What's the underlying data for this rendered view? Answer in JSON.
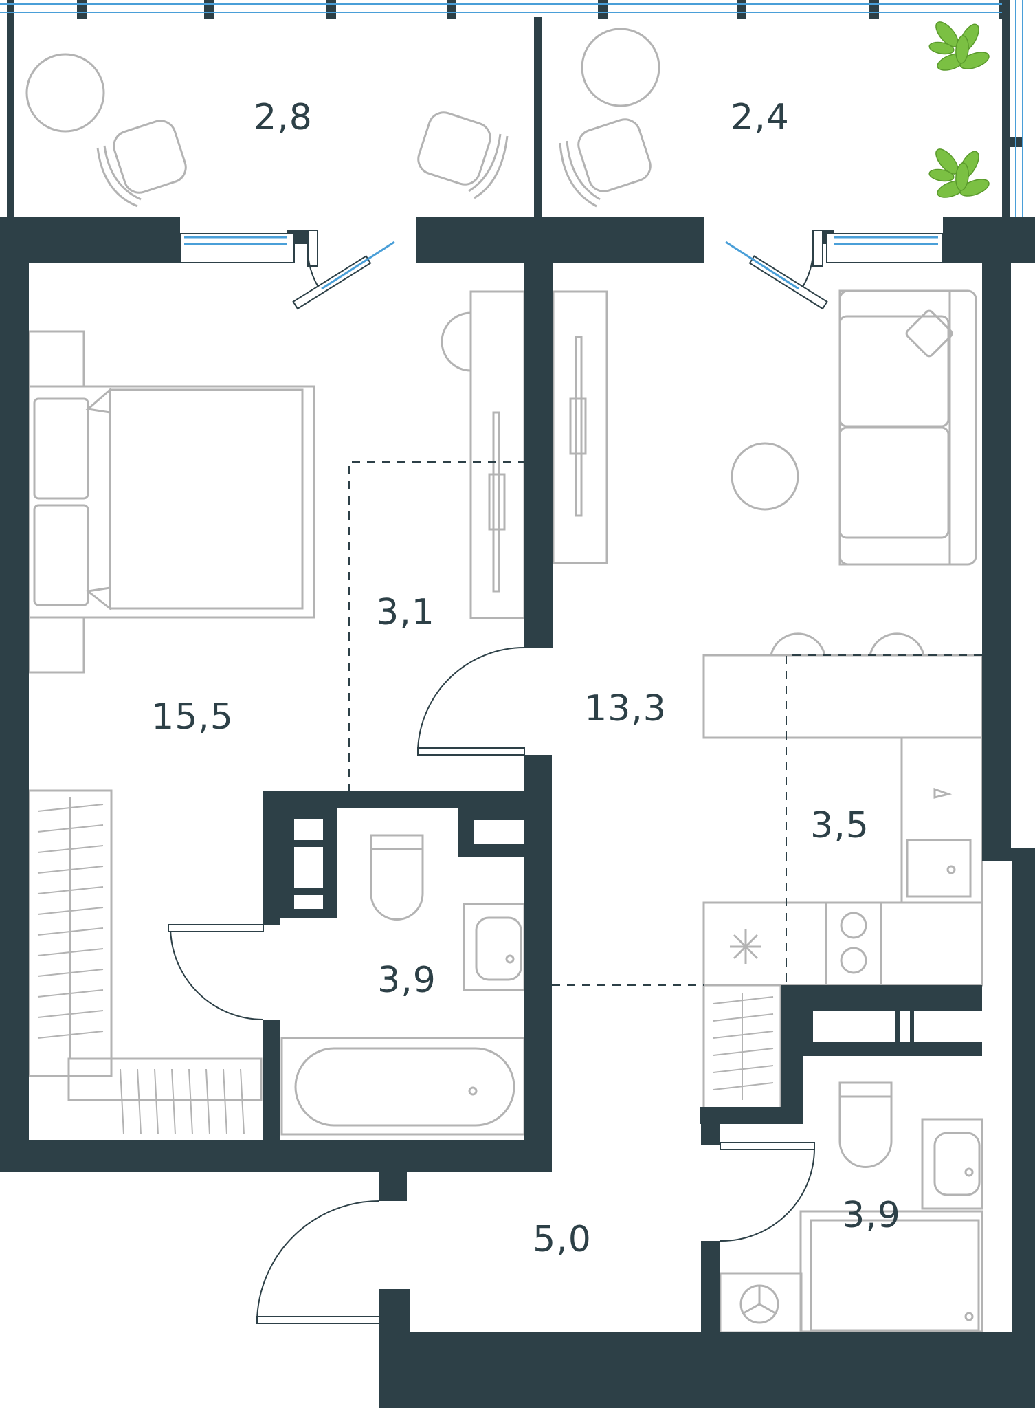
{
  "colors": {
    "wall": "#2d4047",
    "furniture": "#b3b3b3",
    "window": "#4a9fd8",
    "plant": "#7bc043",
    "background": "#ffffff"
  },
  "rooms": {
    "balcony_left": {
      "area": "2,8"
    },
    "balcony_right": {
      "area": "2,4"
    },
    "bedroom": {
      "area": "15,5"
    },
    "wardrobe": {
      "area": "3,1"
    },
    "living_room": {
      "area": "13,3"
    },
    "kitchen": {
      "area": "3,5"
    },
    "bathroom_main": {
      "area": "3,9"
    },
    "hallway": {
      "area": "5,0"
    },
    "bathroom_second": {
      "area": "3,9"
    }
  }
}
